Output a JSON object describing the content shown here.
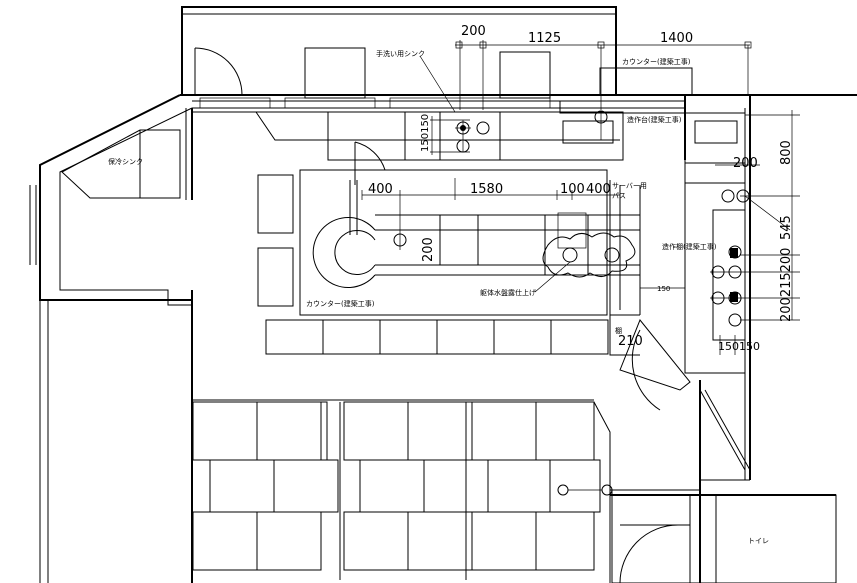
{
  "dimensions": {
    "d200_top": "200",
    "d1125": "1125",
    "d1400": "1400",
    "d150_150": "150150",
    "d800": "800",
    "d200_right": "200",
    "d545": "545",
    "d400_left": "400",
    "d1580": "1580",
    "d100": "100",
    "d400_right": "400",
    "d200_mid": "200",
    "d200_215_200": "200215200",
    "d150_150_bottom": "150150",
    "d210": "210",
    "d150_small": "150"
  },
  "labels": {
    "hand_sink": "手洗い用シンク",
    "counter_top": "カウンター(建築工事)",
    "work_table_top": "造作台(建築工事)",
    "cold_sink": "保冷シンク",
    "server_pass": "サーバー用\nパス",
    "work_shelf": "造作棚(建築工事)",
    "counter_main": "カウンター(建築工事)",
    "waterproof": "躯体水盤露仕上げ",
    "toilet": "トイレ",
    "small_mark": "棚"
  },
  "colors": {
    "line": "#000000",
    "background": "#ffffff"
  }
}
